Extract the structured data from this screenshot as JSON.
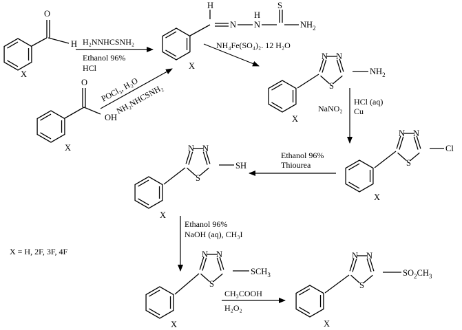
{
  "colors": {
    "heteroatom": "#2b2bd8",
    "ink": "#000000"
  },
  "molecules": {
    "aldehyde": {
      "h": "H",
      "o": "O",
      "x": "X"
    },
    "thiosemicarbazone": {
      "h": "H",
      "n1": "N",
      "n2": "N",
      "h2": "H",
      "s": "S",
      "nh2": "NH",
      "nh2_sub": "2",
      "x": "X"
    },
    "benzoic_acid": {
      "o": "O",
      "oh": "OH",
      "x": "X"
    },
    "amino_thiadiazole": {
      "n1": "N",
      "n2": "N",
      "s": "S",
      "nh2": "NH",
      "nh2_sub": "2",
      "x": "X"
    },
    "chloro_thiadiazole": {
      "n1": "N",
      "n2": "N",
      "s": "S",
      "cl": "Cl",
      "x": "X"
    },
    "thiol_thiadiazole": {
      "n1": "N",
      "n2": "N",
      "s": "S",
      "sh": "SH",
      "x": "X"
    },
    "methylthio_thiadiazole": {
      "n1": "N",
      "n2": "N",
      "s": "S",
      "sch3": "SCH",
      "sch3_sub": "3",
      "x": "X"
    },
    "methylsulfonyl_thiadiazole": {
      "n1": "N",
      "n2": "N",
      "s": "S",
      "so2": "SO",
      "so2_sub": "2",
      "so2_tail": "CH",
      "so2_tail_sub": "3",
      "x": "X"
    }
  },
  "reactions": {
    "r1": {
      "above": "H₂NNHCSNH₂",
      "below1": "Ethanol 96%",
      "below2": "HCl"
    },
    "r2": {
      "line1": "POCl₃, H₂O",
      "line2": "NH₂NHCSNH₂"
    },
    "r3": {
      "line1": "NH₄Fe(SO₄)₂. 12 H₂O"
    },
    "r4": {
      "left": "NaNO₂",
      "right1": "HCl (aq)",
      "right2": "Cu"
    },
    "r5": {
      "line1": "Ethanol 96%",
      "line2": "Thiourea"
    },
    "r6": {
      "line1": "Ethanol 96%",
      "line2": "NaOH (aq), CH₃I"
    },
    "r7": {
      "line1": "CH₃COOH",
      "line2": "H₂O₂"
    }
  },
  "legend": "X = H, 2F, 3F, 4F"
}
